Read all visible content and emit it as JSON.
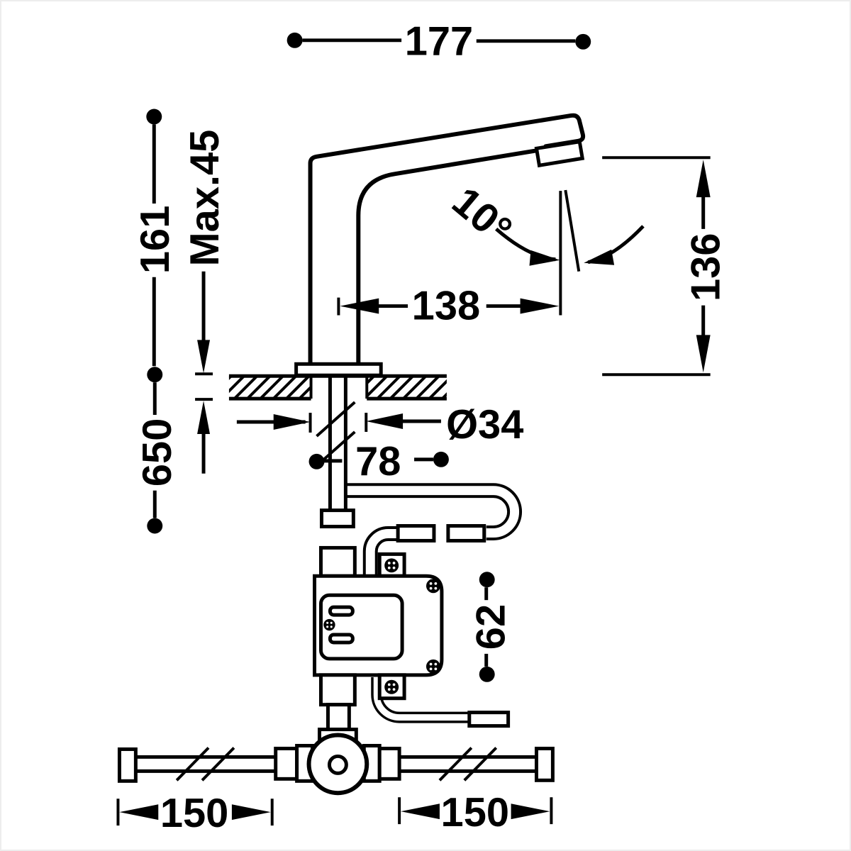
{
  "diagram": {
    "title": "sensor-faucet-installation-drawing",
    "units_hint": "mm",
    "line_color": "#000000",
    "background_color": "#ffffff",
    "labels": {
      "overall_width": "177",
      "body_height": "161",
      "max_deck_thickness": "Max.45",
      "below_deck_length": "650",
      "spout_reach": "138",
      "outlet_height": "136",
      "hole_diameter": "Ø34",
      "shank_offset": "78",
      "control_box_height": "62",
      "spray_angle": "10°",
      "left_supply_pipe": "150",
      "right_supply_pipe": "150"
    }
  }
}
